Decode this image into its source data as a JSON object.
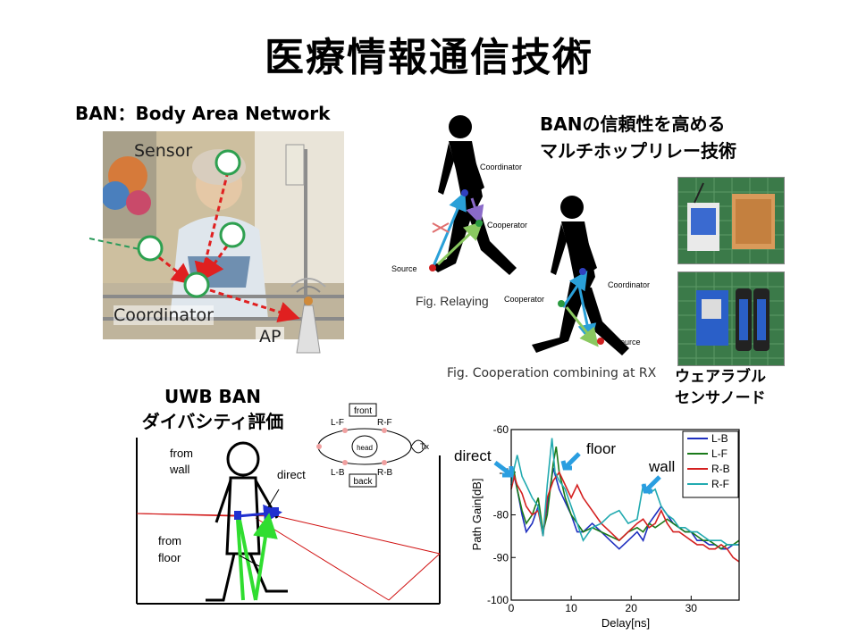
{
  "page": {
    "title": "医療情報通信技術"
  },
  "ban_section": {
    "heading": "BAN：Body Area Network",
    "labels": {
      "sensor": "Sensor",
      "coordinator": "Coordinator",
      "ap": "AP"
    }
  },
  "relay_section": {
    "heading_line1": "BANの信頼性を高める",
    "heading_line2": "マルチホップリレー技術",
    "fig1": {
      "coordinator": "Coordinator",
      "cooperator": "Cooperator",
      "source": "Source",
      "caption": "Fig. Relaying"
    },
    "fig2": {
      "cooperator": "Cooperator",
      "coordinator": "Coordinator",
      "source": "Source",
      "caption": "Fig. Cooperation combining at RX"
    }
  },
  "sensor_node": {
    "line1": "ウェアラブル",
    "line2": "センサノード"
  },
  "uwb_section": {
    "heading_line1": "UWB BAN",
    "heading_line2": "ダイバシティ評価",
    "labels": {
      "from_wall_1": "from",
      "from_wall_2": "wall",
      "direct": "direct",
      "from_floor_1": "from",
      "from_floor_2": "floor"
    },
    "antenna_diagram": {
      "front": "front",
      "back": "back",
      "lf": "L-F",
      "rf": "R-F",
      "lb": "L-B",
      "rb": "R-B",
      "head": "head",
      "tx": "Tx"
    }
  },
  "chart_data": {
    "type": "line",
    "xlabel": "Delay[ns]",
    "ylabel": "Path Gain[dB]",
    "xlim": [
      0,
      38
    ],
    "ylim": [
      -100,
      -60
    ],
    "xticks": [
      0,
      10,
      20,
      30
    ],
    "yticks": [
      -60,
      -70,
      -80,
      -90,
      -100
    ],
    "ytick_labels": [
      "-60",
      "-7",
      "-80",
      "-90",
      "-100"
    ],
    "annotations": [
      "direct",
      "floor",
      "wall"
    ],
    "legend_position": "top-right",
    "colors": {
      "L-B": "#1f2fbf",
      "L-F": "#1a7a1a",
      "R-B": "#d42020",
      "R-F": "#22aab0"
    },
    "series": [
      {
        "name": "L-B",
        "x": [
          0,
          0.5,
          1,
          1.8,
          2.5,
          3.5,
          4.5,
          5.3,
          6,
          7,
          8,
          9,
          10,
          11,
          12,
          13.5,
          15,
          16.5,
          18,
          19.5,
          21,
          22,
          23,
          24,
          25,
          26,
          27,
          28,
          29,
          30,
          31,
          32,
          33,
          34,
          35,
          36,
          37,
          38
        ],
        "y": [
          -73,
          -71,
          -74,
          -80,
          -84,
          -82,
          -78,
          -84,
          -78,
          -69,
          -74,
          -77,
          -80,
          -84,
          -84,
          -82,
          -84,
          -86,
          -88,
          -86,
          -84,
          -86,
          -82,
          -80,
          -78,
          -80,
          -82,
          -83,
          -84,
          -84,
          -86,
          -86,
          -87,
          -87,
          -88,
          -88,
          -87,
          -87
        ]
      },
      {
        "name": "L-F",
        "x": [
          0,
          0.5,
          1,
          1.8,
          2.5,
          3.5,
          4.5,
          5.3,
          6,
          7,
          7.5,
          8,
          9,
          10,
          11,
          12,
          13.5,
          15,
          16.5,
          18,
          19.5,
          21,
          22,
          23,
          24,
          25,
          26,
          27,
          28,
          29,
          30,
          31,
          32,
          33,
          34,
          35,
          36,
          37,
          38
        ],
        "y": [
          -72,
          -70,
          -74,
          -79,
          -82,
          -80,
          -76,
          -84,
          -80,
          -68,
          -64,
          -70,
          -76,
          -80,
          -82,
          -84,
          -83,
          -84,
          -85,
          -86,
          -84,
          -83,
          -84,
          -82,
          -83,
          -82,
          -81,
          -82,
          -83,
          -84,
          -84,
          -85,
          -86,
          -86,
          -87,
          -88,
          -87,
          -87,
          -86
        ]
      },
      {
        "name": "R-B",
        "x": [
          0,
          0.5,
          1,
          1.8,
          2.5,
          3.5,
          4.5,
          5.3,
          6,
          7,
          8,
          9,
          10,
          11,
          12,
          13.5,
          15,
          16.5,
          18,
          19.5,
          21,
          22,
          23,
          24,
          25,
          26,
          27,
          28,
          29,
          30,
          31,
          32,
          33,
          34,
          35,
          36,
          37,
          38
        ],
        "y": [
          -74,
          -71,
          -73,
          -75,
          -78,
          -80,
          -79,
          -85,
          -76,
          -72,
          -70,
          -73,
          -76,
          -73,
          -76,
          -79,
          -82,
          -84,
          -86,
          -84,
          -82,
          -81,
          -83,
          -82,
          -79,
          -82,
          -84,
          -84,
          -85,
          -86,
          -87,
          -87,
          -88,
          -88,
          -87,
          -88,
          -90,
          -91
        ]
      },
      {
        "name": "R-F",
        "x": [
          0,
          0.5,
          1,
          1.8,
          2.5,
          3.5,
          4.5,
          5.3,
          6,
          6.8,
          7.3,
          8,
          9,
          10,
          11,
          12,
          13.5,
          15,
          16.5,
          18,
          19.5,
          21,
          22,
          23,
          24,
          25,
          26,
          27,
          28,
          29,
          30,
          31,
          32,
          33,
          34,
          35,
          36,
          37,
          38
        ],
        "y": [
          -73,
          -69,
          -66,
          -71,
          -73,
          -76,
          -78,
          -85,
          -73,
          -62,
          -70,
          -72,
          -74,
          -78,
          -82,
          -86,
          -83,
          -82,
          -80,
          -79,
          -82,
          -81,
          -73,
          -75,
          -74,
          -78,
          -80,
          -81,
          -83,
          -83,
          -84,
          -84,
          -85,
          -86,
          -86,
          -86,
          -87,
          -87,
          -87
        ]
      }
    ]
  }
}
